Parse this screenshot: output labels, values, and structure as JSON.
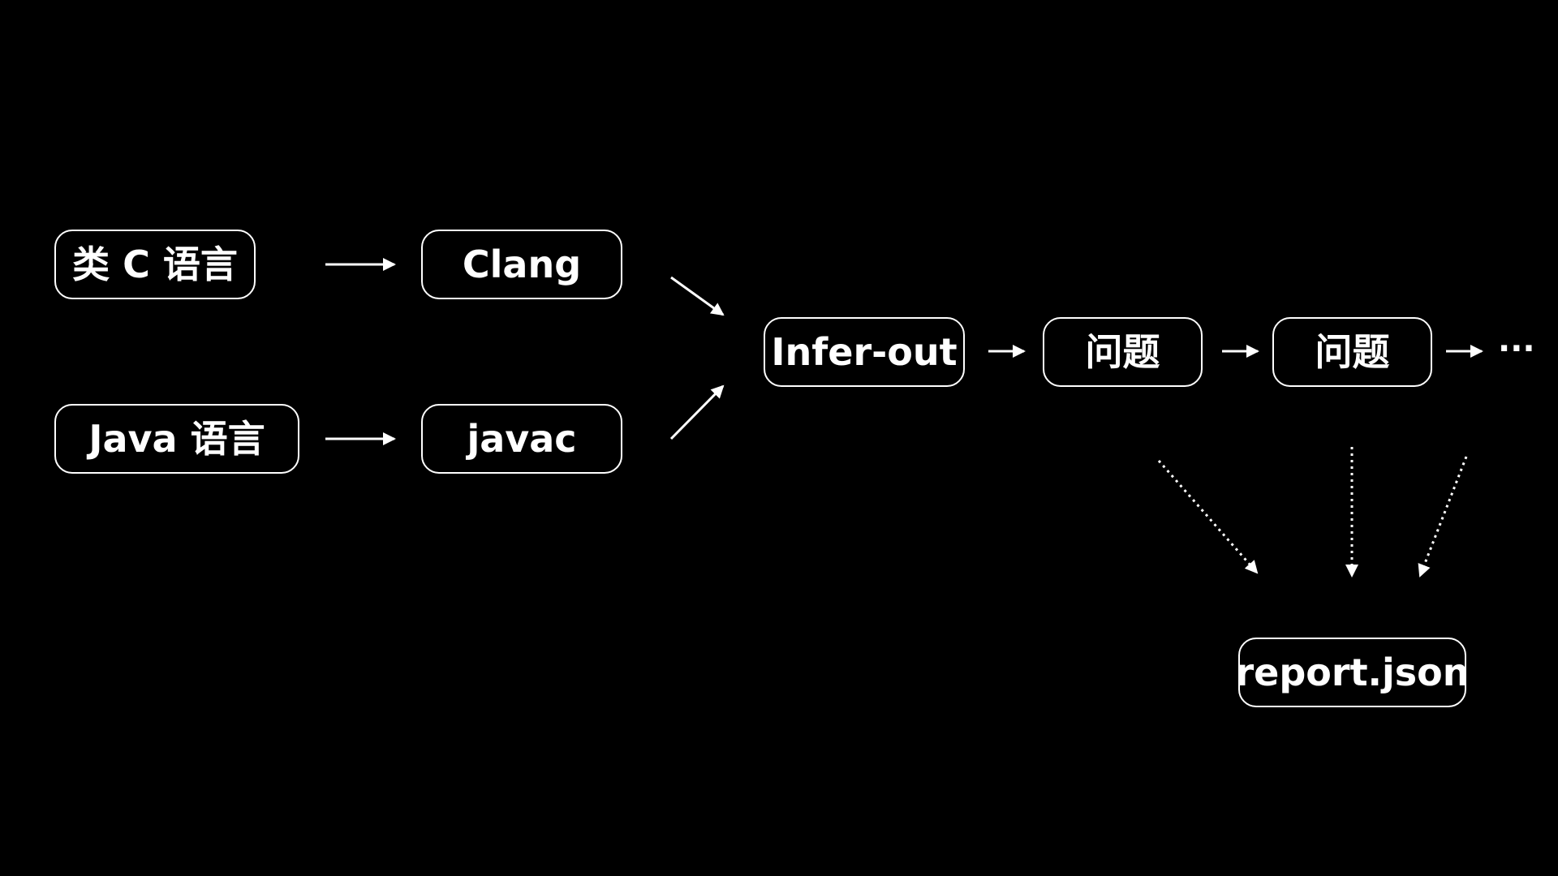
{
  "nodes": {
    "c_lang": "类 C 语言",
    "clang": "Clang",
    "java_lang": "Java 语言",
    "javac": "javac",
    "infer_out": "Infer-out",
    "issue_1": "问题",
    "issue_2": "问题",
    "report": "report.json"
  },
  "continuation": "···",
  "colors": {
    "background": "#000000",
    "foreground": "#ffffff"
  }
}
